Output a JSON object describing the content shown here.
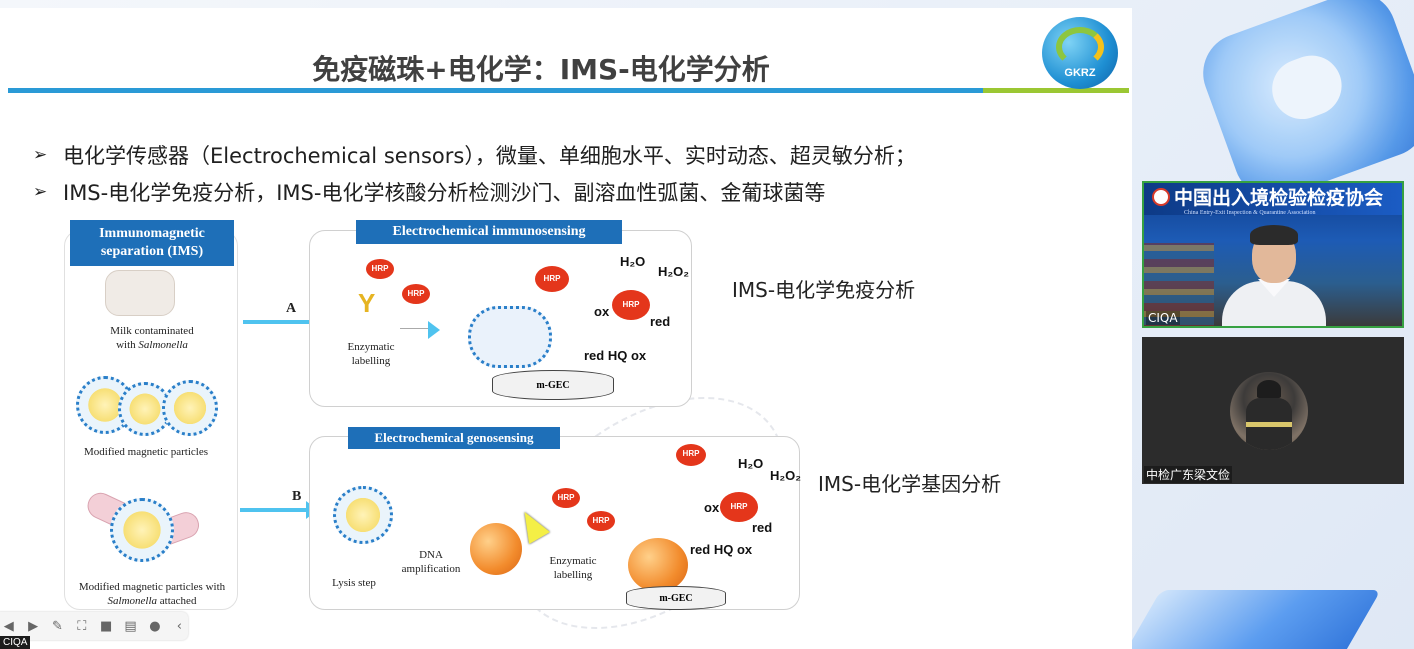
{
  "slide": {
    "title": "免疫磁珠+电化学：IMS-电化学分析",
    "logo_text": "GKRZ",
    "bullets": [
      "电化学传感器（Electrochemical sensors），微量、单细胞水平、实时动态、超灵敏分析；",
      "IMS-电化学免疫分析，IMS-电化学核酸分析检测沙门、副溶血性弧菌、金葡球菌等"
    ],
    "bullet_marker": "➢"
  },
  "figure": {
    "ims_header": "Immunomagnetic separation (IMS)",
    "ims_header_line1": "Immunomagnetic",
    "ims_header_line2": "separation (IMS)",
    "milk_line1": "Milk contaminated",
    "milk_line2_prefix": "with ",
    "milk_line2_italic": "Salmonella",
    "modified_particles": "Modified magnetic particles",
    "attached_line1": "Modified magnetic particles with",
    "attached_line2_italic": "Salmonella",
    "attached_line2_suffix": " attached",
    "arrow_a": "A",
    "arrow_b": "B",
    "immuno_header": "Electrochemical immunosensing",
    "geno_header": "Electrochemical genosensing",
    "enzymatic_line1": "Enzymatic",
    "enzymatic_line2": "labelling",
    "lysis": "Lysis step",
    "dna_line1": "DNA",
    "dna_line2": "amplification",
    "hrp": "HRP",
    "h2o": "H₂O",
    "h2o2": "H₂O₂",
    "ox": "ox",
    "red": "red",
    "red_hq_ox": "red HQ ox",
    "electrode": "m-GEC"
  },
  "labels": {
    "immuno_label": "IMS-电化学免疫分析",
    "geno_label": "IMS-电化学基因分析"
  },
  "participants": [
    {
      "org_banner": "中国出入境检验检疫协会",
      "org_sub": "China Entry-Exit Inspection & Quarantine Association",
      "name": "CIQA"
    },
    {
      "name": "中检广东梁文俭"
    }
  ],
  "toolbar": {
    "icons": [
      "prev-icon",
      "play-icon",
      "pen-icon",
      "fit-screen-icon",
      "camera-icon",
      "comment-icon",
      "more-icon",
      "collapse-icon"
    ],
    "bottom_label": "CIQA"
  },
  "colors": {
    "title_bar": "#2a9ad6",
    "title_bar_accent": "#9bc733",
    "header_blue": "#1e6fb8",
    "arrow": "#4fc3ef",
    "hrp": "#e4361b"
  }
}
